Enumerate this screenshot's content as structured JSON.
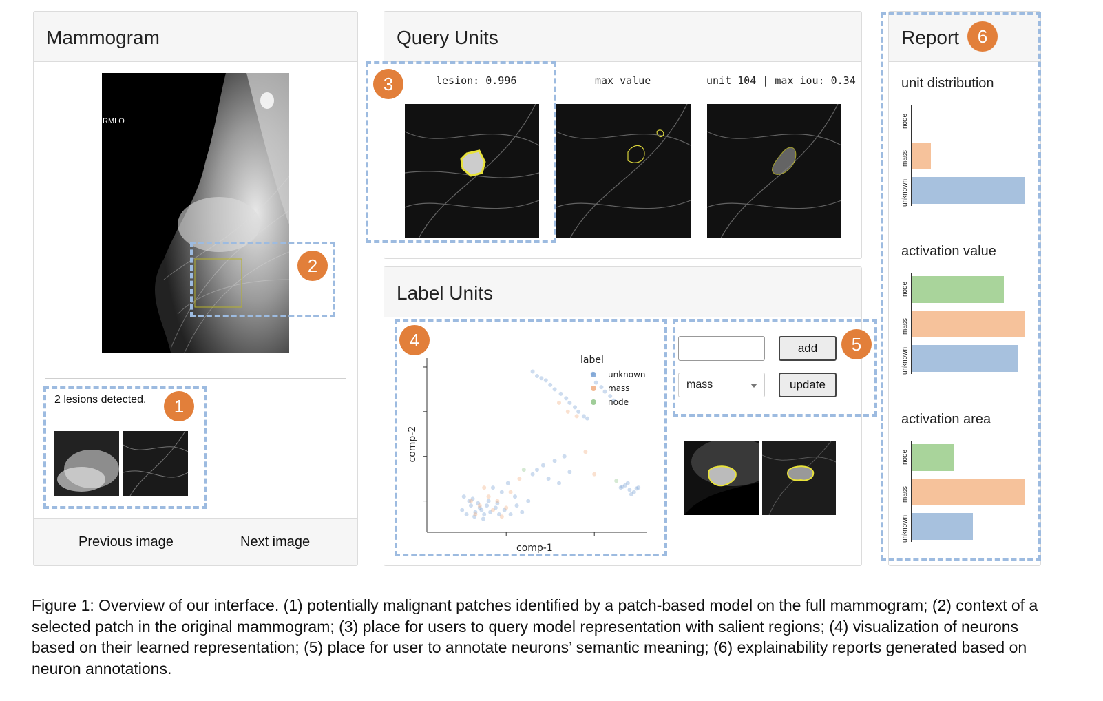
{
  "mammogram": {
    "title": "Mammogram",
    "view_label": "RMLO",
    "lesions_text": "2 lesions detected.",
    "prev_label": "Previous image",
    "next_label": "Next image"
  },
  "query_units": {
    "title": "Query Units",
    "col_labels": [
      "lesion: 0.996",
      "max value",
      "unit 104 | max iou: 0.34"
    ]
  },
  "label_units": {
    "title": "Label Units",
    "input_value": "",
    "select_value": "mass",
    "add_label": "add",
    "update_label": "update"
  },
  "report": {
    "title": "Report",
    "sections": [
      "unit distribution",
      "activation value",
      "activation area"
    ],
    "y_labels": [
      "node",
      "mass",
      "unknown"
    ]
  },
  "badges": [
    "1",
    "2",
    "3",
    "4",
    "5",
    "6"
  ],
  "colors": {
    "unknown": "#a7c1de",
    "mass": "#f6c29b",
    "node": "#a9d49b",
    "badge": "#e27f3a",
    "dash": "#9dbbe0"
  },
  "chart_data": [
    {
      "type": "scatter",
      "title": "",
      "xlabel": "comp-1",
      "ylabel": "comp-2",
      "legend_title": "label",
      "legend": [
        "unknown",
        "mass",
        "node"
      ],
      "legend_position": "top-right",
      "series": [
        {
          "name": "unknown",
          "color": "#6f9bd1",
          "x": [
            -0.5,
            -0.4,
            -0.45,
            -0.35,
            -0.3,
            -0.25,
            -0.42,
            -0.38,
            -0.32,
            -0.28,
            -0.22,
            -0.18,
            -0.12,
            -0.08,
            -0.48,
            -0.36,
            -0.26,
            -0.2,
            -0.1,
            -0.02,
            0.05,
            0.12,
            0.18,
            0.25,
            0.3,
            0.35,
            0.4,
            0.45,
            0.5,
            0.55,
            0.62,
            0.68,
            0.72,
            0.78,
            0.82,
            0.88,
            0.92,
            0.98,
            1.02,
            1.08,
            1.12,
            1.18,
            1.22,
            0.3,
            0.35,
            0.42,
            0.48,
            0.55,
            0.6,
            0.66,
            0.72,
            -0.15,
            -0.05,
            0.02,
            0.1,
            1.3,
            1.35,
            1.4,
            1.45,
            1.5,
            1.38,
            1.42,
            1.48,
            1.32
          ],
          "y": [
            -1.2,
            -1.1,
            -1.3,
            -1.25,
            -1.15,
            -1.3,
            -1.0,
            -0.95,
            -1.05,
            -1.2,
            -1.1,
            -1.25,
            -1.15,
            -1.3,
            -0.9,
            -1.35,
            -1.4,
            -1.0,
            -1.05,
            -1.2,
            -1.3,
            -1.1,
            -1.25,
            -1.0,
            1.9,
            1.8,
            1.75,
            1.7,
            1.6,
            1.5,
            1.4,
            1.3,
            1.2,
            1.1,
            1.0,
            0.9,
            0.85,
            1.85,
            1.65,
            1.55,
            1.45,
            1.35,
            1.25,
            -0.4,
            -0.3,
            -0.2,
            -0.5,
            -0.1,
            -0.6,
            0.0,
            -0.35,
            -0.7,
            -0.8,
            -0.6,
            -0.9,
            -0.7,
            -0.65,
            -0.75,
            -0.8,
            -0.7,
            -0.6,
            -0.85,
            -0.72,
            -0.68
          ]
        },
        {
          "name": "mass",
          "color": "#f0a878",
          "x": [
            -0.4,
            -0.3,
            -0.2,
            -0.1,
            0.0,
            -0.35,
            -0.15,
            0.05,
            0.6,
            0.7,
            0.8,
            -0.25,
            -0.05,
            0.15,
            0.9,
            1.0
          ],
          "y": [
            -1.0,
            -1.1,
            -0.9,
            -1.0,
            -1.15,
            -1.3,
            -1.2,
            -0.8,
            1.2,
            1.0,
            0.9,
            -0.7,
            -1.35,
            -0.5,
            0.1,
            -0.4
          ]
        },
        {
          "name": "node",
          "color": "#88c080",
          "x": [
            0.2,
            1.25
          ],
          "y": [
            -0.3,
            -0.55
          ]
        }
      ]
    },
    {
      "type": "bar",
      "title": "unit distribution",
      "categories": [
        "node",
        "mass",
        "unknown"
      ],
      "values": [
        0,
        0.17,
        1.0
      ],
      "colors": [
        "#a9d49b",
        "#f6c29b",
        "#a7c1de"
      ]
    },
    {
      "type": "bar",
      "title": "activation value",
      "categories": [
        "node",
        "mass",
        "unknown"
      ],
      "values": [
        0.82,
        1.0,
        0.94
      ],
      "colors": [
        "#a9d49b",
        "#f6c29b",
        "#a7c1de"
      ]
    },
    {
      "type": "bar",
      "title": "activation area",
      "categories": [
        "node",
        "mass",
        "unknown"
      ],
      "values": [
        0.38,
        1.0,
        0.54
      ],
      "colors": [
        "#a9d49b",
        "#f6c29b",
        "#a7c1de"
      ]
    }
  ],
  "caption": "Figure 1: Overview of our interface. (1) potentially malignant patches identified by a patch-based model on the full mammogram; (2) context of a selected patch in the original mammogram; (3) place for users to query model representation with salient regions; (4) visualization of neurons based on their learned representation; (5) place for user to annotate neurons’ semantic meaning; (6) explainability reports generated based on neuron annotations."
}
